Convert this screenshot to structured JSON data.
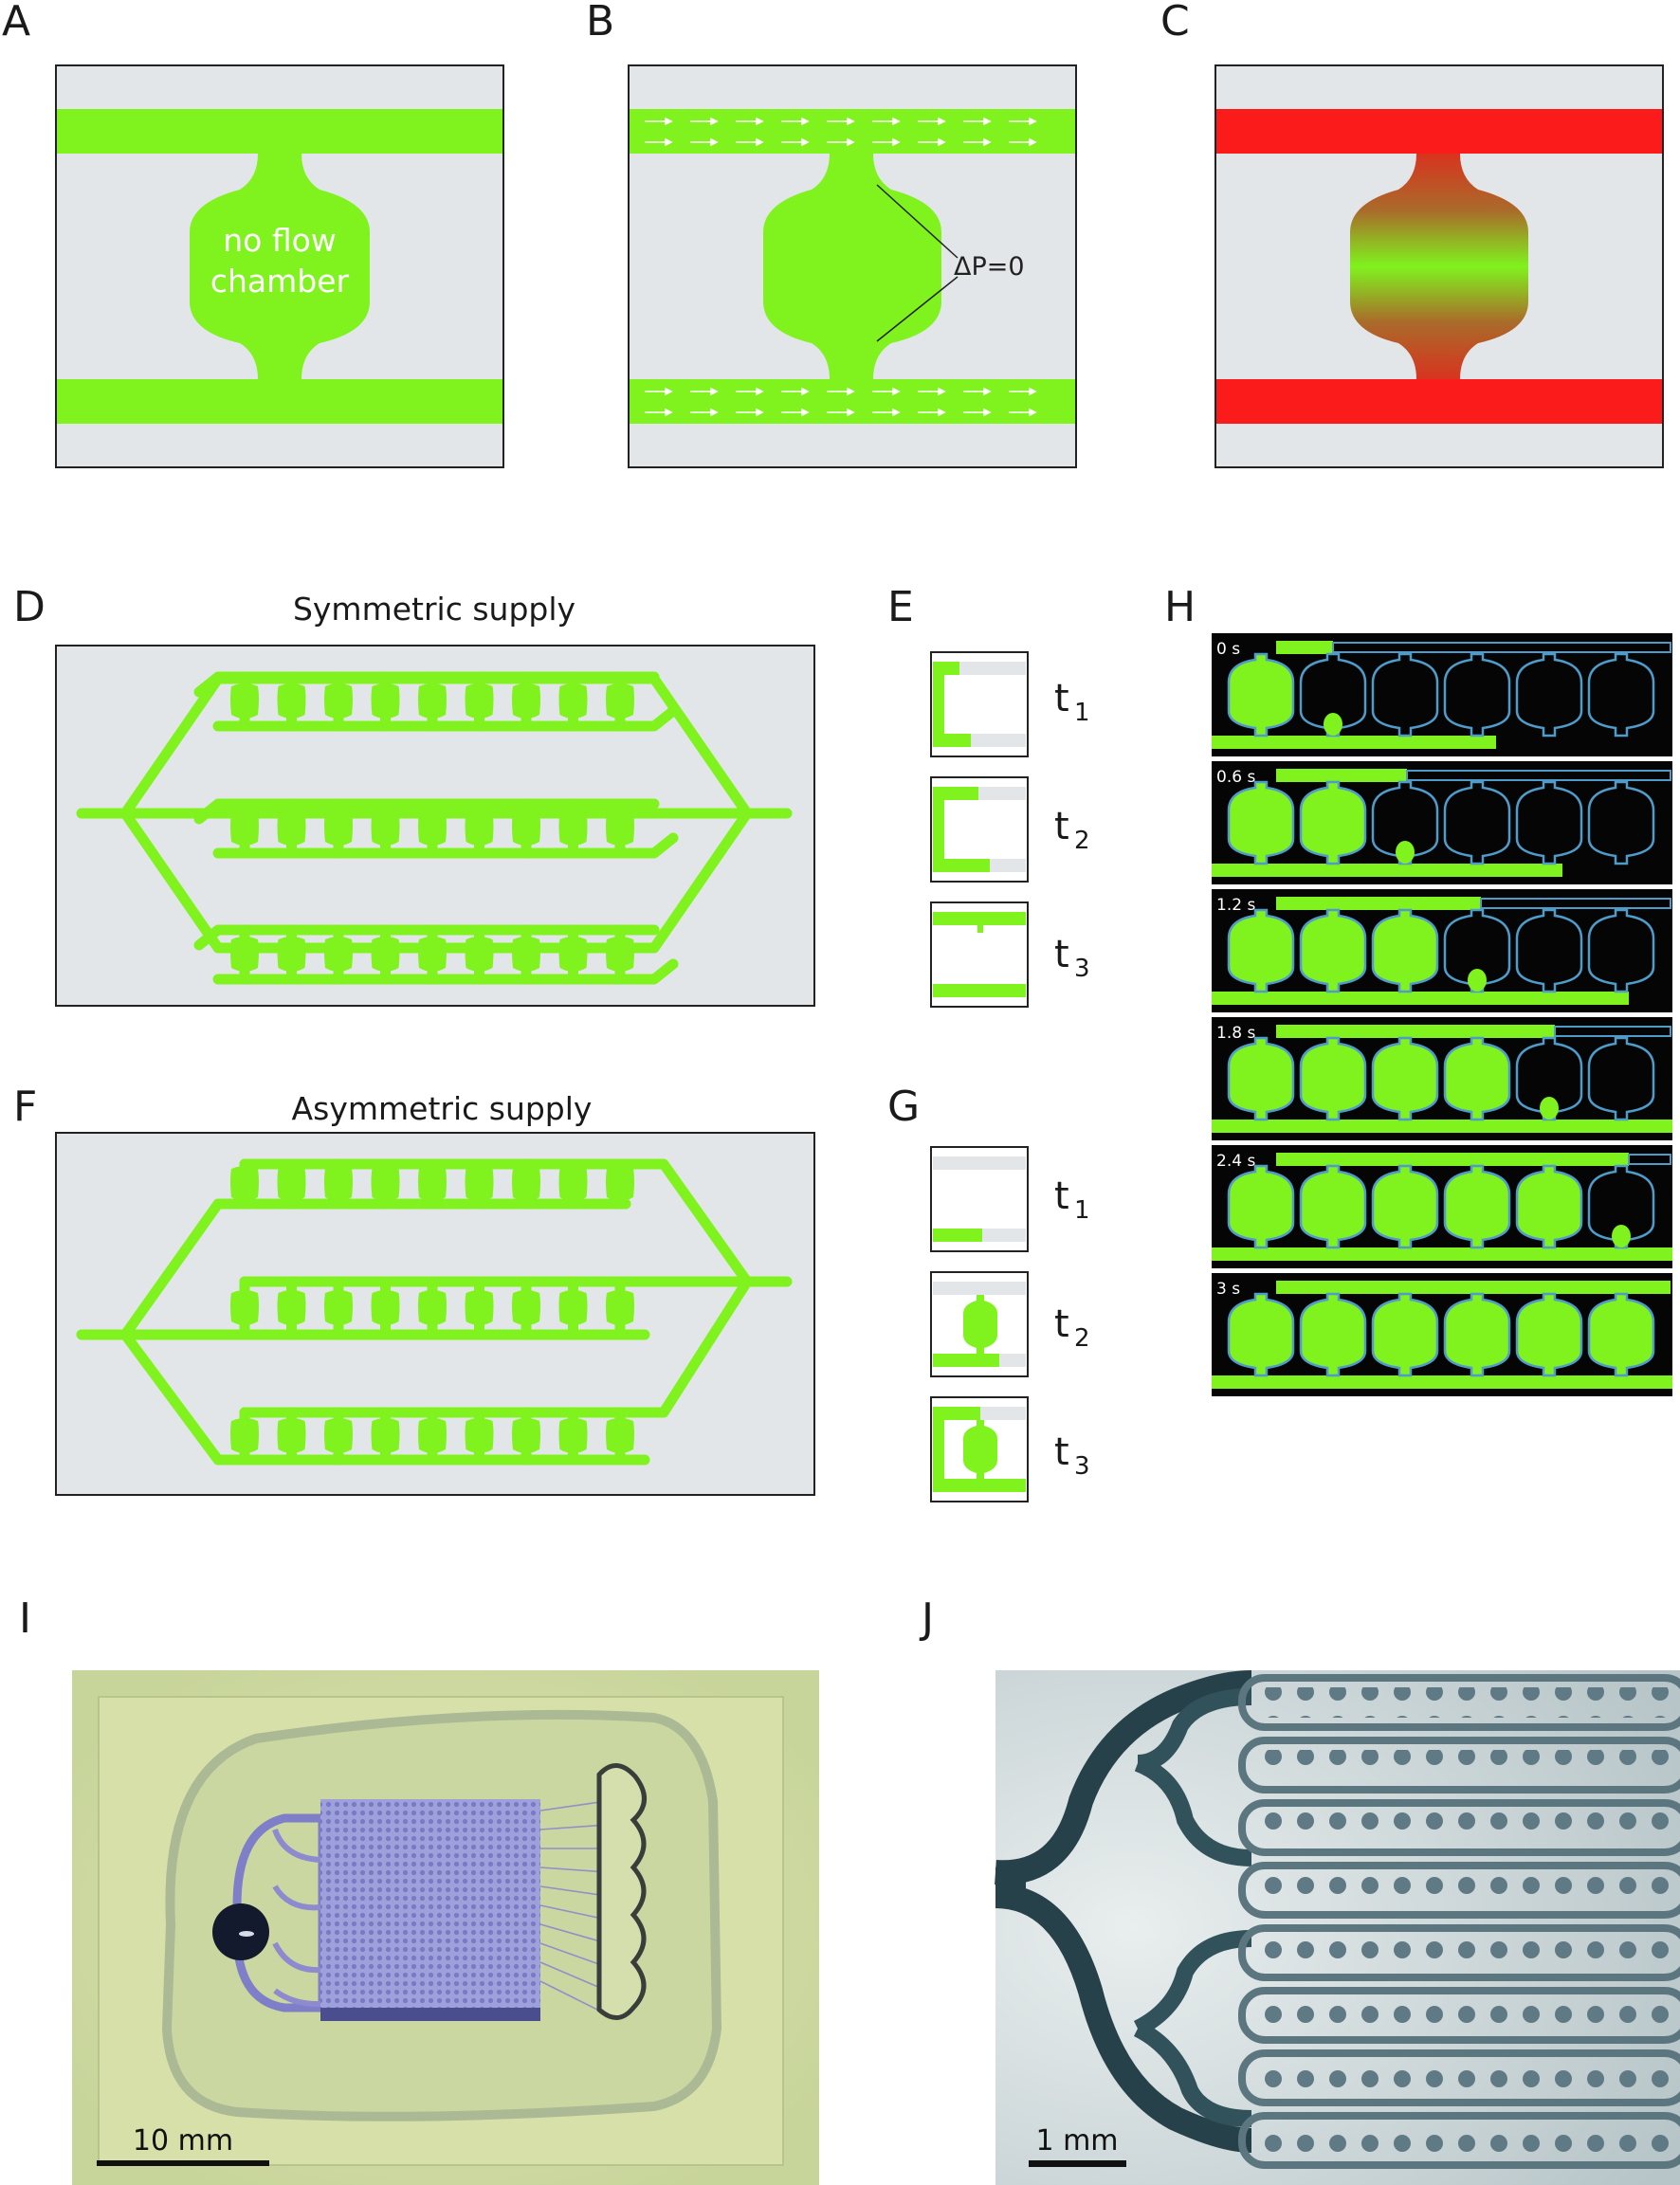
{
  "panels": {
    "A": "A",
    "B": "B",
    "C": "C",
    "D": "D",
    "E": "E",
    "F": "F",
    "G": "G",
    "H": "H",
    "I": "I",
    "J": "J"
  },
  "panelA": {
    "text1": "no flow",
    "text2": "chamber"
  },
  "panelB": {
    "pressure": "ΔP=0"
  },
  "panelD": {
    "title": "Symmetric supply"
  },
  "panelF": {
    "title": "Asymmetric supply"
  },
  "timepoints": [
    {
      "t": "t",
      "sub": "1"
    },
    {
      "t": "t",
      "sub": "2"
    },
    {
      "t": "t",
      "sub": "3"
    }
  ],
  "panelH": {
    "times": [
      "0 s",
      "0.6 s",
      "1.2 s",
      "1.8 s",
      "2.4 s",
      "3 s"
    ]
  },
  "panelI": {
    "scale": "10 mm"
  },
  "panelJ": {
    "scale": "1 mm"
  },
  "colors": {
    "green": "#80f21e",
    "red": "#fb1b1a",
    "bg": "#e2e6e9",
    "dark": "#050505",
    "outline": "#4f9ccb"
  }
}
